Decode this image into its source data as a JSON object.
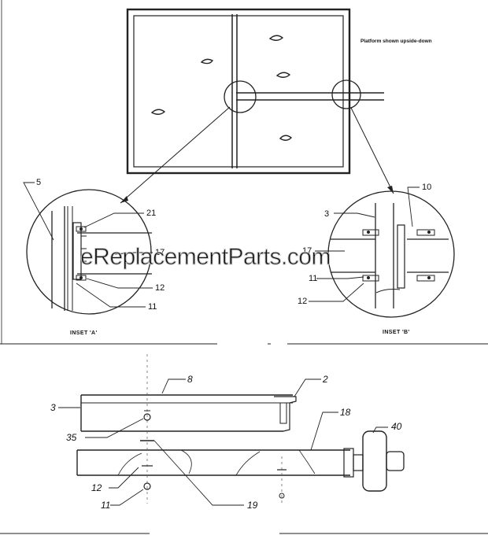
{
  "platform_note": "Platform shown upside-down",
  "insets": {
    "a": {
      "caption": "INSET 'A'",
      "callouts": [
        "5",
        "21",
        "17",
        "12",
        "11"
      ]
    },
    "b": {
      "caption": "INSET 'B'",
      "callouts": [
        "10",
        "3",
        "17",
        "11",
        "12"
      ]
    }
  },
  "lower_assembly": {
    "callouts": [
      "8",
      "2",
      "3",
      "18",
      "40",
      "35",
      "12",
      "11",
      "19"
    ]
  },
  "watermark": "eReplacementParts.com"
}
